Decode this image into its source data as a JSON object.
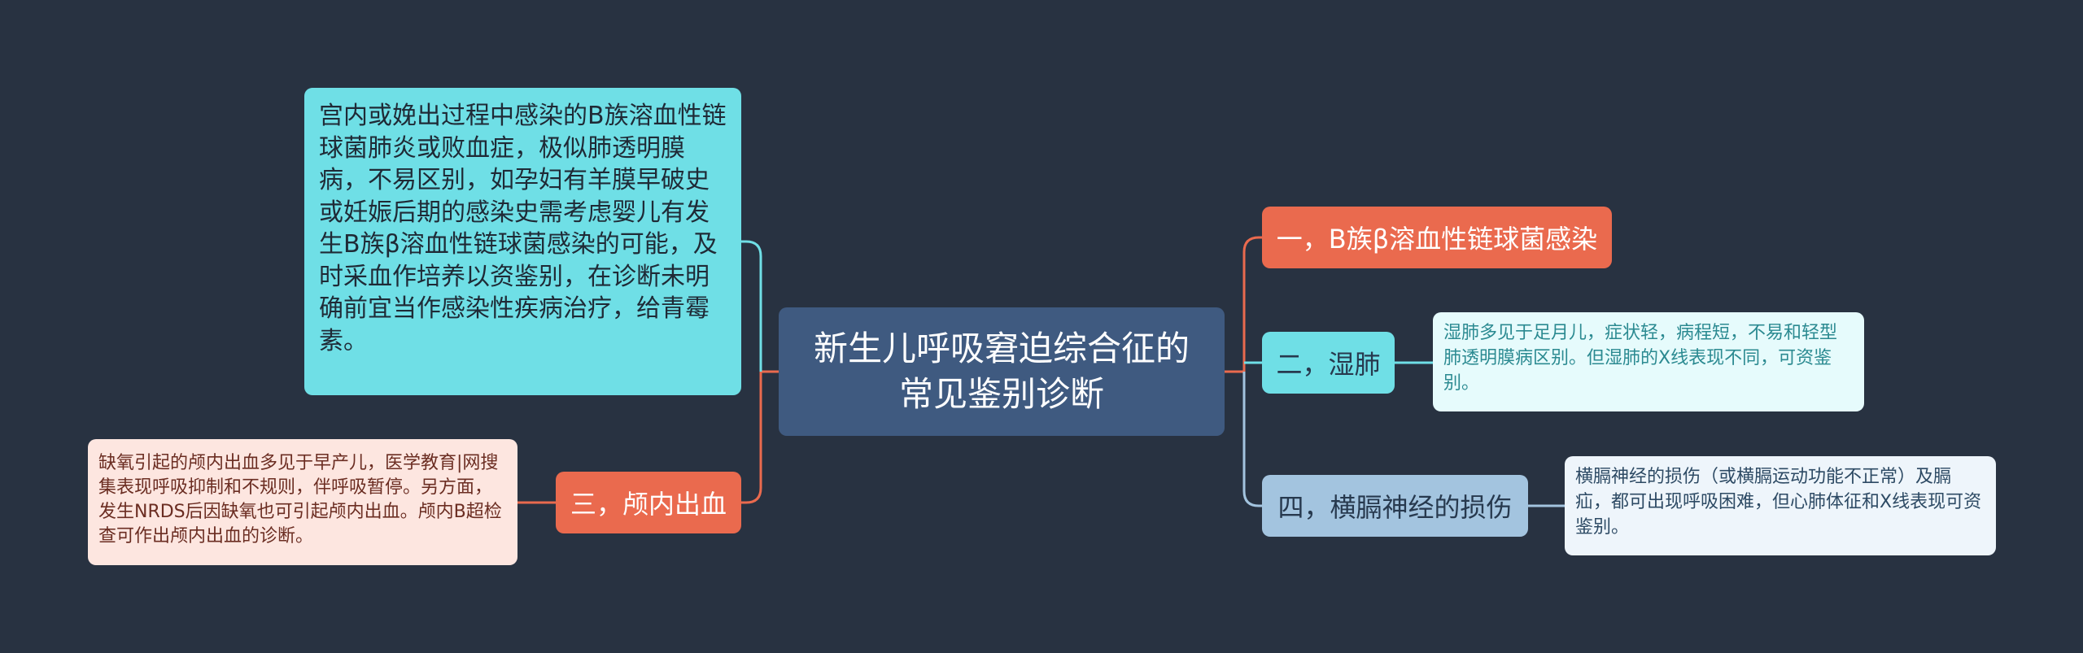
{
  "root": {
    "title": "新生儿呼吸窘迫综合征的常见鉴别诊断"
  },
  "branches": {
    "b1": {
      "label": "一，B族β溶血性链球菌感染"
    },
    "b2": {
      "label": "二，湿肺"
    },
    "b3": {
      "label": "三，颅内出血"
    },
    "b4": {
      "label": "四，横膈神经的损伤"
    }
  },
  "details": {
    "b1": "宫内或娩出过程中感染的B族溶血性链球菌肺炎或败血症，极似肺透明膜病，不易区别，如孕妇有羊膜早破史或妊娠后期的感染史需考虑婴儿有发生B族β溶血性链球菌感染的可能，及时采血作培养以资鉴别，在诊断未明确前宜当作感染性疾病治疗，给青霉素。",
    "b2": "湿肺多见于足月儿，症状轻，病程短，不易和轻型肺透明膜病区别。但湿肺的X线表现不同，可资鉴别。",
    "b3": "缺氧引起的颅内出血多见于早产儿，医学教育|网搜集表现呼吸抑制和不规则，伴呼吸暂停。另方面，发生NRDS后因缺氧也可引起颅内出血。颅内B超检查可作出颅内出血的诊断。",
    "b4": "横膈神经的损伤（或横膈运动功能不正常）及膈疝，都可出现呼吸困难，但心肺体征和X线表现可资鉴别。"
  },
  "colors": {
    "background": "#283241",
    "root": "#3f5a80",
    "orange": "#ea6a4e",
    "cyan": "#6fdfe6",
    "blue_gray": "#a3c4df"
  }
}
